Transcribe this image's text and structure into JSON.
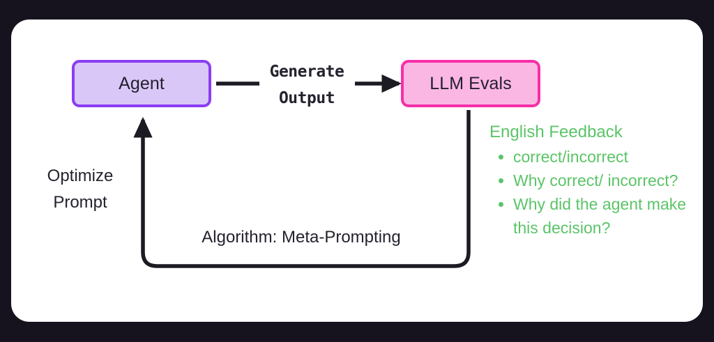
{
  "canvas": {
    "background_color": "#16131f",
    "card_color": "#ffffff"
  },
  "diagram": {
    "type": "flow-loop",
    "nodes": [
      {
        "id": "agent",
        "label": "Agent",
        "fill_color": "#d9c7f7",
        "border_color": "#8b3df5"
      },
      {
        "id": "llm-evals",
        "label": "LLM Evals",
        "fill_color": "#fbb7e4",
        "border_color": "#f62fa8"
      }
    ],
    "edges": [
      {
        "id": "generate-output",
        "from": "agent",
        "to": "llm-evals",
        "label_line_1": "Generate",
        "label_line_2": "Output",
        "direction": "right"
      },
      {
        "id": "optimize-prompt",
        "from": "llm-evals",
        "to": "agent",
        "label_line_1": "Optimize",
        "label_line_2": "Prompt",
        "loop_label": "Algorithm: Meta-Prompting",
        "direction": "up"
      }
    ],
    "edge_color": "#1c1a22"
  },
  "feedback": {
    "title": "English Feedback",
    "color": "#5bc467",
    "items": [
      "correct/incorrect",
      "Why correct/ incorrect?",
      "Why did the agent make this decision?"
    ]
  }
}
